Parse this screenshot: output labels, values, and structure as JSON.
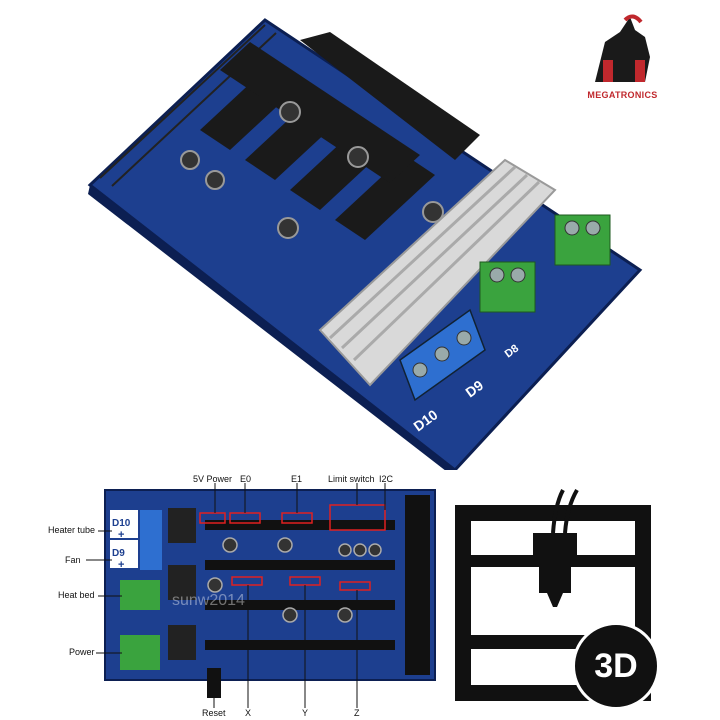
{
  "logo": {
    "text": "MEGATRONICS"
  },
  "photo": {
    "terminal_labels": [
      "D10",
      "D9",
      "D8"
    ]
  },
  "diagram": {
    "top_labels": {
      "five_v_power": "5V Power",
      "e0": "E0",
      "e1": "E1",
      "limit_switch": "Limit switch",
      "i2c": "I2C"
    },
    "side_labels": {
      "heater_tube": "Heater tube",
      "fan": "Fan",
      "heat_bed": "Heat bed",
      "power": "Power"
    },
    "bottom_labels": {
      "reset": "Reset",
      "x": "X",
      "y": "Y",
      "z": "Z"
    },
    "board_marks": {
      "d10": "D10",
      "d9": "D9",
      "plus1": "+",
      "plus2": "+",
      "watermark": "sunw2014"
    }
  },
  "icon": {
    "badge": "3D"
  },
  "colors": {
    "pcb_blue": "#1d3f8f",
    "terminal_blue": "#2e6fd0",
    "terminal_green": "#3aa33e",
    "heatsink": "#d9d9d9",
    "logo_red": "#c0282d"
  }
}
